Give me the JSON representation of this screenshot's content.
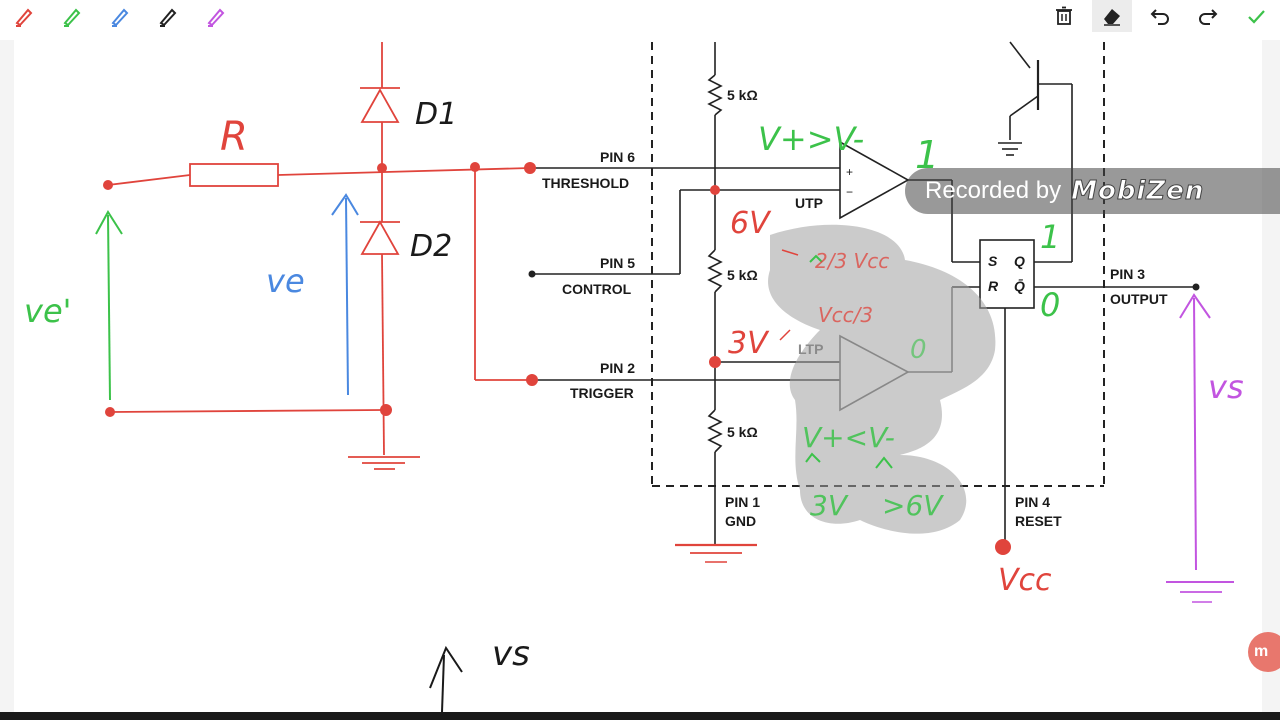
{
  "toolbar": {
    "pens": [
      {
        "name": "pen-red-icon",
        "color": "#e0443c"
      },
      {
        "name": "pen-green-icon",
        "color": "#3cc24a"
      },
      {
        "name": "pen-blue-icon",
        "color": "#4a88e0"
      },
      {
        "name": "pen-black-icon",
        "color": "#222222"
      },
      {
        "name": "pen-purple-icon",
        "color": "#c255e0"
      }
    ],
    "actions": [
      "trash-icon",
      "eraser-icon",
      "undo-icon",
      "redo-icon",
      "check-icon"
    ],
    "check_color": "#3cc24a"
  },
  "circuit": {
    "labels": {
      "pin6": "PIN 6",
      "threshold": "THRESHOLD",
      "pin5": "PIN 5",
      "control": "CONTROL",
      "pin2": "PIN 2",
      "trigger": "TRIGGER",
      "pin1": "PIN 1",
      "gnd": "GND",
      "pin4": "PIN 4",
      "reset": "RESET",
      "pin3": "PIN 3",
      "output": "OUTPUT",
      "r1": "5 kΩ",
      "r2": "5 kΩ",
      "r3": "5 kΩ",
      "utp": "UTP",
      "ltp": "LTP",
      "s": "S",
      "r": "R",
      "q": "Q",
      "qbar": "Q̄",
      "plus": "+",
      "minus": "−"
    }
  },
  "annotations": {
    "resistor": "R",
    "d1": "D1",
    "d2": "D2",
    "ve": "ve",
    "ve_prime": "ve'",
    "vs": "vs",
    "vs_bottom": "vs",
    "six_v": "6V",
    "three_v": "3V",
    "vplus_gt_vminus": "V+>V-",
    "vplus_lt_vminus": "V+<V-",
    "one_top": "1",
    "one_q": "1",
    "zero_out": "0",
    "zero_ltp": "0",
    "two_thirds_vcc": "2/3 Vcc",
    "vcc_third": "Vcc/3",
    "three_v_green": "3V",
    "gt_six_v": ">6V",
    "vcc": "Vcc",
    "colors": {
      "red": "#e0443c",
      "green": "#3cc24a",
      "blue": "#4a88e0",
      "purple": "#c255e0",
      "ink": "#1a1a1a"
    }
  },
  "watermark": {
    "prefix": "Recorded by",
    "brand": "MobiZen"
  },
  "float_button": {
    "label": "m"
  }
}
